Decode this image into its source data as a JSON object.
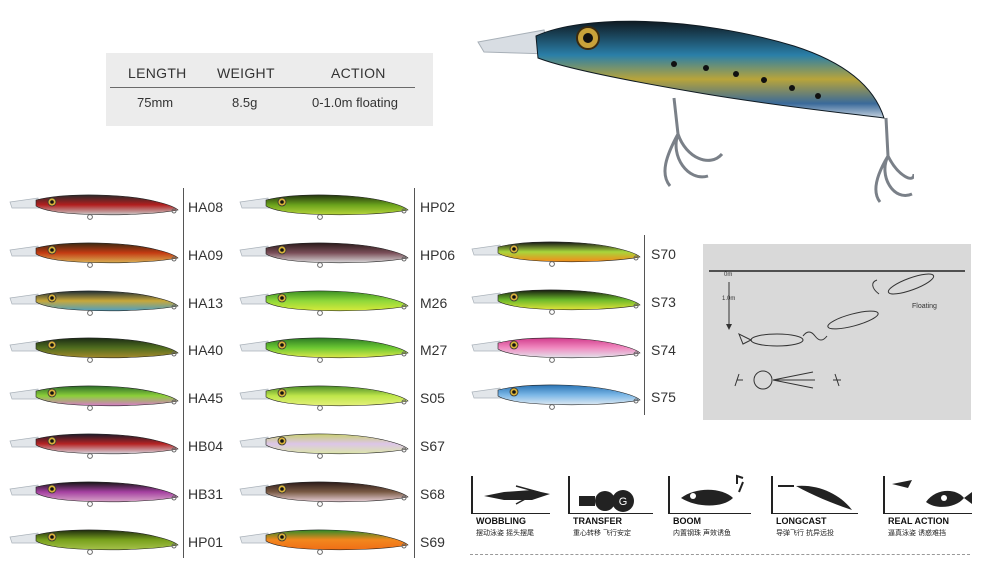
{
  "specs": {
    "headers": [
      "LENGTH",
      "WEIGHT",
      "ACTION"
    ],
    "values": [
      "75mm",
      "8.5g",
      "0-1.0m floating"
    ]
  },
  "colors": {
    "page_bg": "#ffffff",
    "spec_box_bg": "#ececec",
    "diagram_bg": "#d9d9d9",
    "text": "#333333"
  },
  "lures": [
    {
      "code": "HA08",
      "colors": [
        "#2a2a2a",
        "#b21f1f",
        "#c9c9c9"
      ]
    },
    {
      "code": "HA09",
      "colors": [
        "#3a2a12",
        "#c43a12",
        "#d8b054"
      ]
    },
    {
      "code": "HA13",
      "colors": [
        "#1d2c35",
        "#c8a83a",
        "#4f9fc0"
      ]
    },
    {
      "code": "HA40",
      "colors": [
        "#1a2a14",
        "#4f6d1e",
        "#a48a2c"
      ]
    },
    {
      "code": "HA45",
      "colors": [
        "#2c6b2a",
        "#8cd039",
        "#d77cc8"
      ]
    },
    {
      "code": "HB04",
      "colors": [
        "#1b1b2a",
        "#b52323",
        "#d6d6e0"
      ]
    },
    {
      "code": "HB31",
      "colors": [
        "#141414",
        "#a440a0",
        "#d8a4c8"
      ]
    },
    {
      "code": "HP01",
      "colors": [
        "#1e2a0e",
        "#77a01c",
        "#a6c24a"
      ]
    },
    {
      "code": "HP02",
      "colors": [
        "#23340f",
        "#6aa21c",
        "#b8d63c"
      ]
    },
    {
      "code": "HP06",
      "colors": [
        "#2a1a1a",
        "#7a4e58",
        "#d8d8d8"
      ]
    },
    {
      "code": "M26",
      "colors": [
        "#3b8f24",
        "#8fd83a",
        "#d7ea3a"
      ]
    },
    {
      "code": "M27",
      "colors": [
        "#2c7a24",
        "#6cc832",
        "#dfe94a"
      ]
    },
    {
      "code": "S05",
      "colors": [
        "#4c8c2a",
        "#bfe64a",
        "#e4f07a"
      ]
    },
    {
      "code": "S67",
      "colors": [
        "#c9d070",
        "#dcc6e8",
        "#dce6a8"
      ]
    },
    {
      "code": "S68",
      "colors": [
        "#2a1a18",
        "#7a5a44",
        "#e8d0d8"
      ]
    },
    {
      "code": "S69",
      "colors": [
        "#2e8a28",
        "#f2871e",
        "#f06e16"
      ]
    },
    {
      "code": "S70",
      "colors": [
        "#151515",
        "#a8d63c",
        "#f58a18"
      ]
    },
    {
      "code": "S73",
      "colors": [
        "#151a10",
        "#6ab82a",
        "#e2e43a"
      ]
    },
    {
      "code": "S74",
      "colors": [
        "#d23c8c",
        "#f08ac0",
        "#e2e2ea"
      ]
    },
    {
      "code": "S75",
      "colors": [
        "#2a74b4",
        "#7ab6e6",
        "#dce8f2"
      ]
    }
  ],
  "diagram": {
    "depth_top": "0m",
    "depth_bottom": "1.0m",
    "label": "Floating"
  },
  "features": [
    {
      "title": "WOBBLING",
      "subtitle": "摆动泳姿 摇头摆尾",
      "icon": "wobbling-icon"
    },
    {
      "title": "TRANSFER",
      "subtitle": "重心转移 飞行安定",
      "icon": "transfer-icon"
    },
    {
      "title": "BOOM",
      "subtitle": "内置钢珠 声效诱鱼",
      "icon": "boom-icon"
    },
    {
      "title": "LONGCAST",
      "subtitle": "导弹飞行 抗异远投",
      "icon": "longcast-icon"
    },
    {
      "title": "REAL ACTION",
      "subtitle": "逼真泳姿 诱惑难挡",
      "icon": "real-action-icon"
    }
  ]
}
